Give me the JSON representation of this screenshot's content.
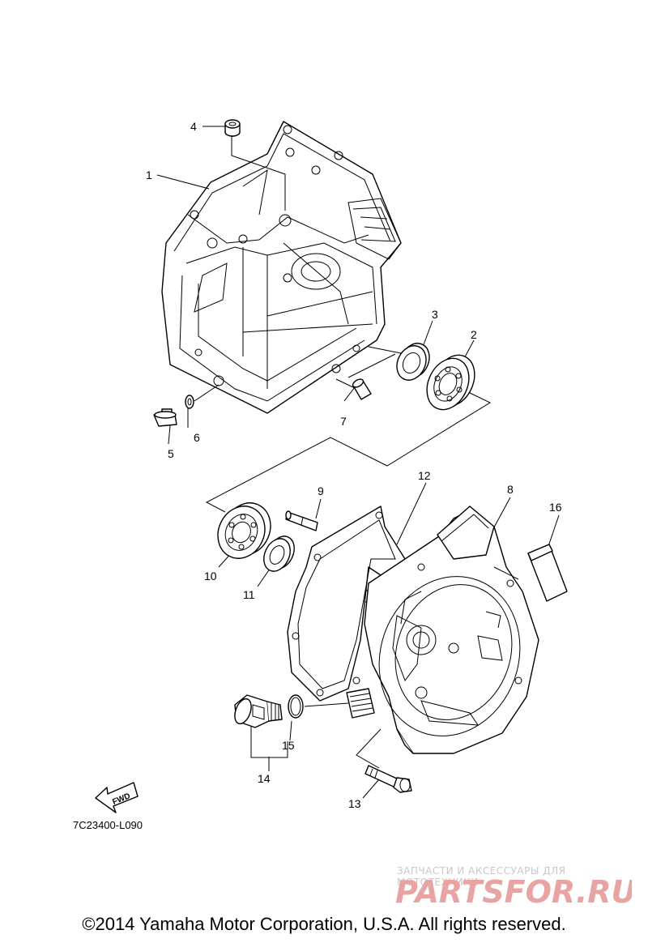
{
  "callouts": [
    {
      "id": "1",
      "label": "1"
    },
    {
      "id": "2",
      "label": "2"
    },
    {
      "id": "3",
      "label": "3"
    },
    {
      "id": "4",
      "label": "4"
    },
    {
      "id": "5",
      "label": "5"
    },
    {
      "id": "6",
      "label": "6"
    },
    {
      "id": "7",
      "label": "7"
    },
    {
      "id": "8",
      "label": "8"
    },
    {
      "id": "9",
      "label": "9"
    },
    {
      "id": "10",
      "label": "10"
    },
    {
      "id": "11",
      "label": "11"
    },
    {
      "id": "12",
      "label": "12"
    },
    {
      "id": "13",
      "label": "13"
    },
    {
      "id": "14",
      "label": "14"
    },
    {
      "id": "15",
      "label": "15"
    },
    {
      "id": "16",
      "label": "16"
    }
  ],
  "fwd_label": "FWD",
  "diagram_code": "7C23400-L090",
  "copyright": "©2014 Yamaha Motor Corporation, U.S.A. All rights reserved.",
  "watermark": {
    "tagline": "ЗАПЧАСТИ И АКСЕССУАРЫ ДЛЯ МОТОТЕХНИКИ",
    "logo_text": "PARTSFOR.RU",
    "color": "#e8a3a3"
  }
}
